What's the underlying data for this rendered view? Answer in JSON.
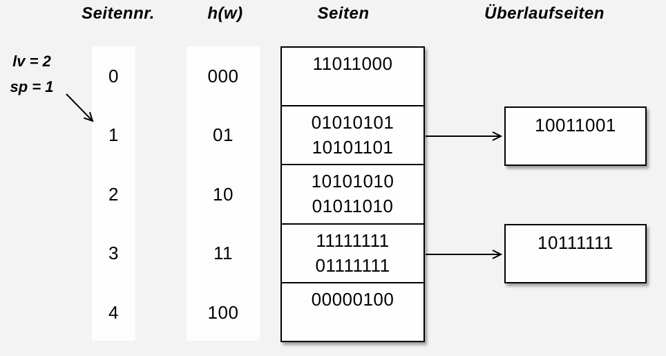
{
  "headers": {
    "seitennr": "Seitennr.",
    "hw": "h(w)",
    "seiten": "Seiten",
    "ueberlaufseiten": "Überlaufseiten"
  },
  "annotation": {
    "line1": "lv = 2",
    "line2": "sp = 1"
  },
  "rows": [
    {
      "nr": "0",
      "hash": "000",
      "values": [
        "11011000"
      ]
    },
    {
      "nr": "1",
      "hash": "01",
      "values": [
        "01010101",
        "10101101"
      ]
    },
    {
      "nr": "2",
      "hash": "10",
      "values": [
        "10101010",
        "01011010"
      ]
    },
    {
      "nr": "3",
      "hash": "11",
      "values": [
        "11111111",
        "01111111"
      ]
    },
    {
      "nr": "4",
      "hash": "100",
      "values": [
        "00000100"
      ]
    }
  ],
  "overflow_pages": [
    {
      "from_row": "1",
      "value": "10011001"
    },
    {
      "from_row": "3",
      "value": "10111111"
    }
  ],
  "colors": {
    "background": "#f3f3f3",
    "box_fill": "#fefefe",
    "ink": "#000000"
  }
}
